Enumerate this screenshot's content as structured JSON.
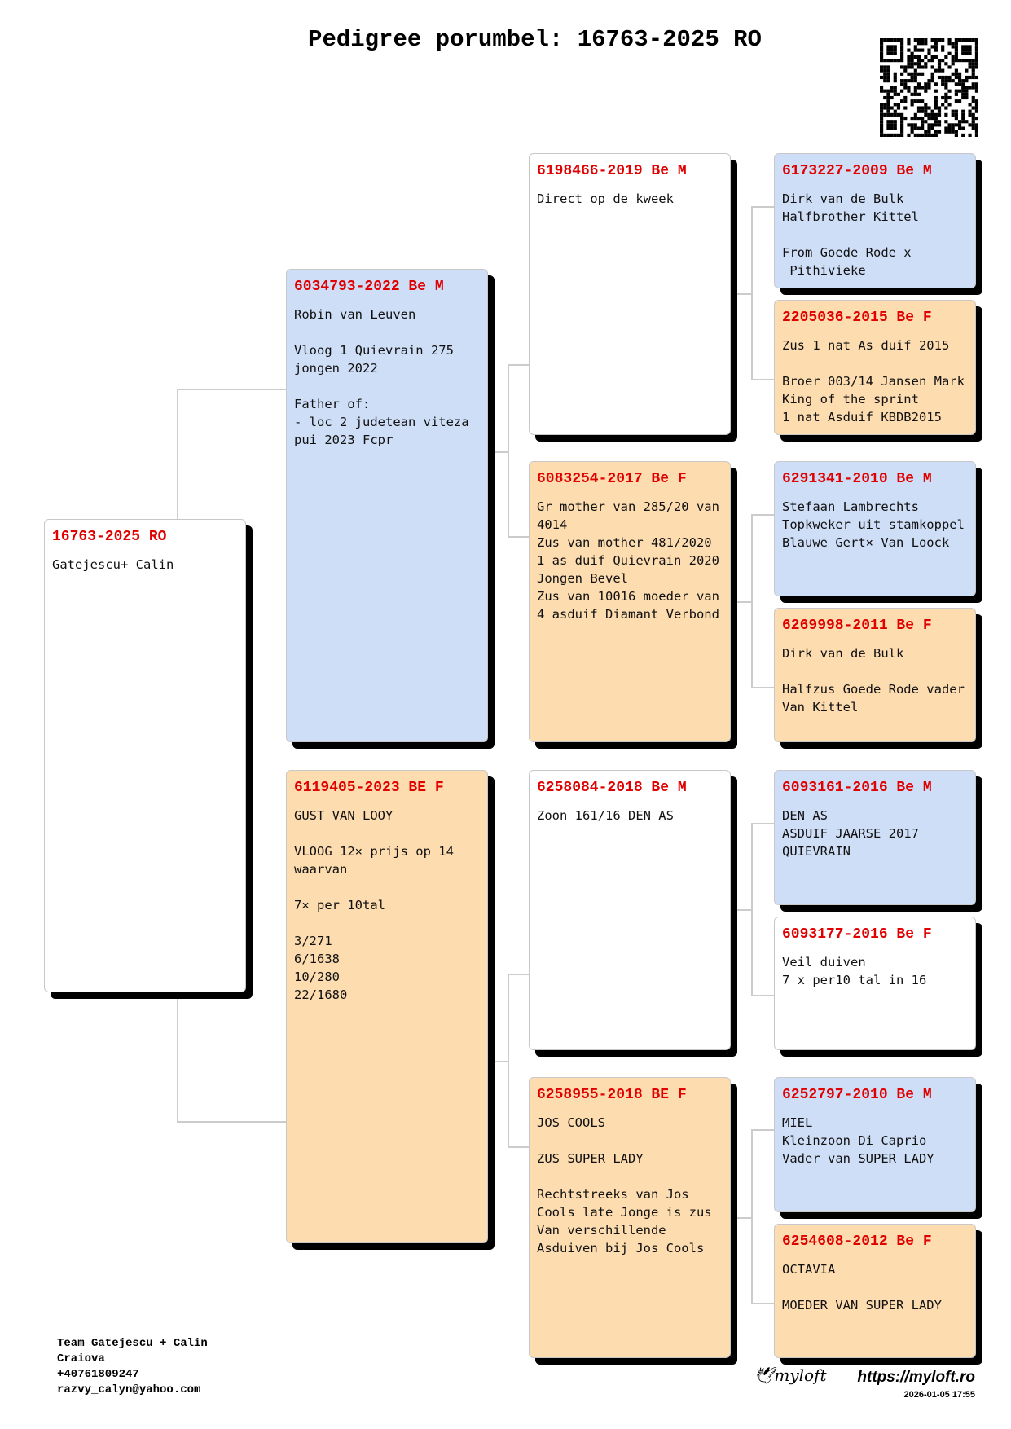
{
  "title": "Pedigree porumbel: 16763-2025 RO",
  "colors": {
    "male": "#cfdef7",
    "female": "#fddcb0",
    "unknown": "#ffffff",
    "ring": "#e00000",
    "shadow": "#000000",
    "connector": "#cccccc"
  },
  "pigeons": [
    {
      "ring": "16763-2025 RO",
      "notes": "Gatejescu+ Calin"
    },
    {
      "ring": "6034793-2022 Be M",
      "notes": "Robin van Leuven\n\nVloog 1 Quievrain 275\njongen 2022\n\nFather of:\n- loc 2 judetean viteza\npui 2023 Fcpr"
    },
    {
      "ring": "6119405-2023 BE F",
      "notes": "GUST VAN LOOY\n\nVLOOG 12× prijs op 14\nwaarvan\n\n7× per 10tal\n\n3/271\n6/1638\n10/280\n22/1680"
    },
    {
      "ring": "6198466-2019 Be M",
      "notes": "Direct op de kweek"
    },
    {
      "ring": "6083254-2017 Be F",
      "notes": "Gr mother van 285/20 van\n4014\nZus van mother 481/2020\n1 as duif Quievrain 2020\nJongen Bevel\nZus van 10016 moeder van\n4 asduif Diamant Verbond"
    },
    {
      "ring": "6258084-2018 Be M",
      "notes": "Zoon 161/16 DEN AS"
    },
    {
      "ring": "6258955-2018 BE F",
      "notes": "JOS COOLS\n\nZUS SUPER LADY\n\nRechtstreeks van Jos\nCools late Jonge is zus\nVan verschillende\nAsduiven bij Jos Cools"
    },
    {
      "ring": "6173227-2009 Be M",
      "notes": "Dirk van de Bulk\nHalfbrother Kittel\n\nFrom Goede Rode x\n Pithivieke"
    },
    {
      "ring": "2205036-2015 Be F",
      "notes": "Zus 1 nat As duif 2015\n\nBroer 003/14 Jansen Mark\nKing of the sprint\n1 nat Asduif KBDB2015"
    },
    {
      "ring": "6291341-2010 Be M",
      "notes": "Stefaan Lambrechts\nTopkweker uit stamkoppel\nBlauwe Gert× Van Loock"
    },
    {
      "ring": "6269998-2011 Be F",
      "notes": "Dirk van de Bulk\n\nHalfzus Goede Rode vader\nVan Kittel"
    },
    {
      "ring": "6093161-2016 Be M",
      "notes": "DEN AS\nASDUIF JAARSE 2017\nQUIEVRAIN"
    },
    {
      "ring": "6093177-2016 Be F",
      "notes": "Veil duiven\n7 x per10 tal in 16"
    },
    {
      "ring": "6252797-2010 Be M",
      "notes": "MIEL\nKleinzoon Di Caprio\nVader van SUPER LADY"
    },
    {
      "ring": "6254608-2012 Be F",
      "notes": "OCTAVIA\n\nMOEDER VAN SUPER LADY"
    }
  ],
  "footer": {
    "team": "Team Gatejescu + Calin",
    "city": "Craiova",
    "phone": "+40761809247",
    "email": "razvy_calyn@yahoo.com"
  },
  "brand": {
    "logo": "myloft",
    "url": "https://myloft.ro",
    "date": "2026-01-05 17:55"
  }
}
